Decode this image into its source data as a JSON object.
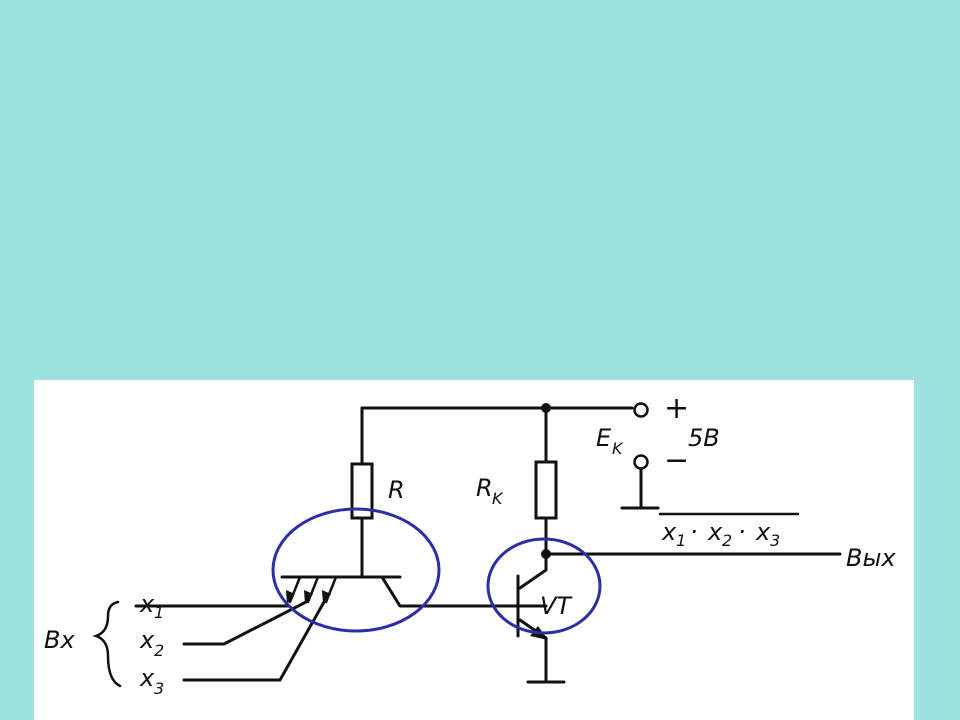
{
  "colors": {
    "background": "#9ee1e1",
    "panel": "#ffffff",
    "wire": "#111111",
    "highlight": "#2c2ea6"
  },
  "labels": {
    "resistor_r": "R",
    "resistor_rk_main": "R",
    "resistor_rk_sub": "K",
    "supply_main": "E",
    "supply_sub": "K",
    "plus": "+",
    "minus": "−",
    "voltage": "5В",
    "transistor": "VT",
    "output": "Вых",
    "input_group": "Вх",
    "input_x1_main": "x",
    "input_x1_sub": "1",
    "input_x2_main": "x",
    "input_x2_sub": "2",
    "input_x3_main": "x",
    "input_x3_sub": "3",
    "expr_t1": "x",
    "expr_s1": "1",
    "expr_dot1": "·",
    "expr_t2": "x",
    "expr_s2": "2",
    "expr_dot2": "·",
    "expr_t3": "x",
    "expr_s3": "3"
  }
}
